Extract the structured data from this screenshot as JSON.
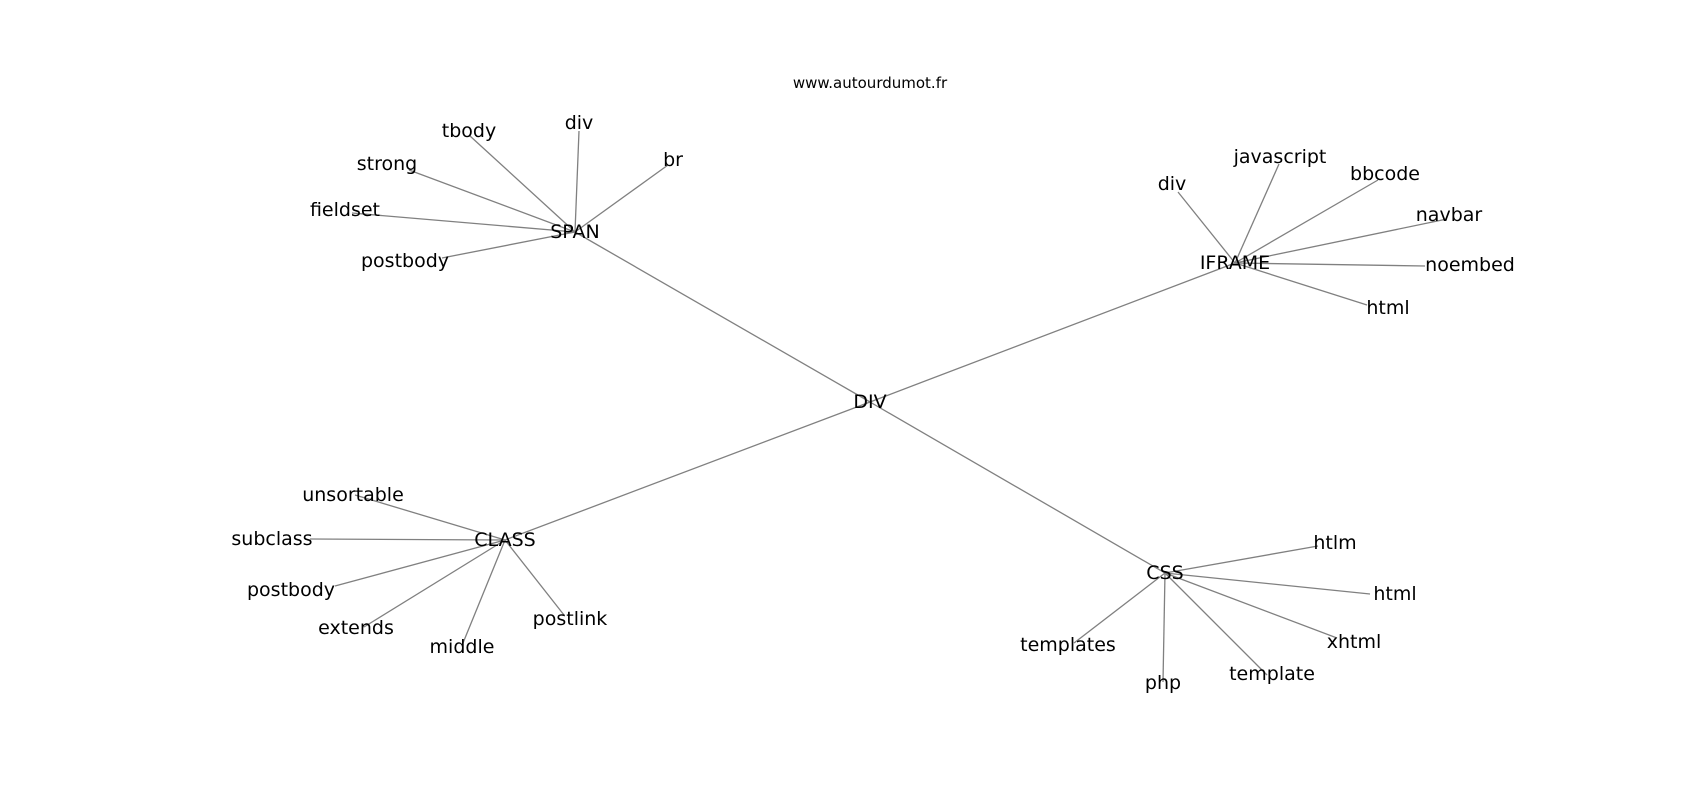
{
  "site": "www.autourdumot.fr",
  "colors": {
    "edge": "#808080",
    "text": "#000000",
    "background": "#ffffff"
  },
  "graph": {
    "root": "DIV",
    "hubs": [
      {
        "id": "span",
        "label": "SPAN",
        "children": [
          "tbody",
          "div",
          "br",
          "strong",
          "fieldset",
          "postbody"
        ]
      },
      {
        "id": "iframe",
        "label": "IFRAME",
        "children": [
          "div",
          "javascript",
          "bbcode",
          "navbar",
          "noembed",
          "html"
        ]
      },
      {
        "id": "class",
        "label": "CLASS",
        "children": [
          "unsortable",
          "subclass",
          "postbody",
          "extends",
          "middle",
          "postlink"
        ]
      },
      {
        "id": "css",
        "label": "CSS",
        "children": [
          "htlm",
          "html",
          "xhtml",
          "template",
          "php",
          "templates"
        ]
      }
    ]
  }
}
